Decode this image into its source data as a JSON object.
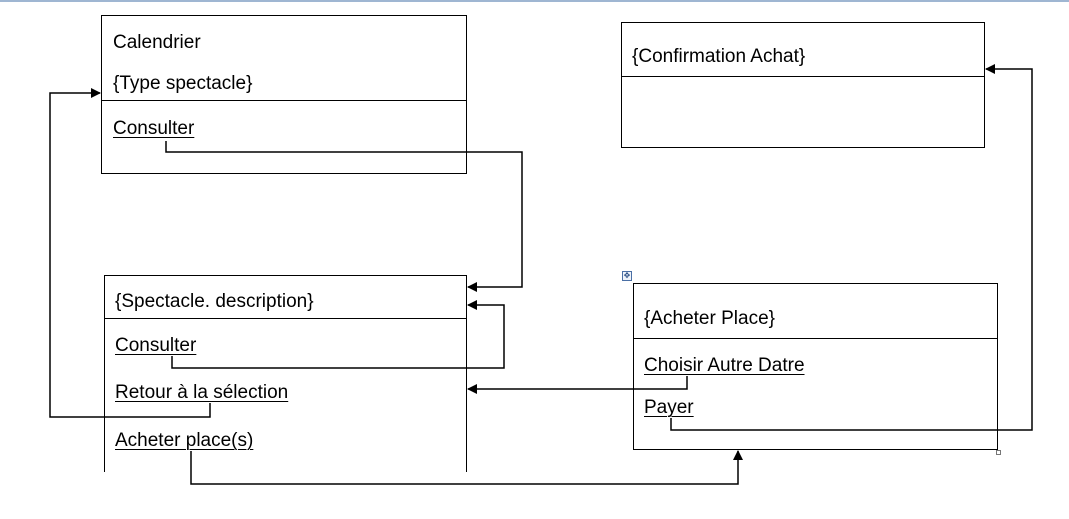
{
  "boxes": {
    "calendrier": {
      "title": "Calendrier",
      "subtitle": "{Type spectacle}",
      "actions": [
        "Consulter"
      ]
    },
    "confirmation": {
      "title": "{Confirmation Achat}"
    },
    "spectacle": {
      "title": "{Spectacle. description}",
      "actions": [
        "Consulter",
        "Retour à la sélection",
        "Acheter place(s)"
      ]
    },
    "acheter": {
      "title": "{Acheter Place}",
      "actions": [
        "Choisir Autre Datre",
        "Payer"
      ]
    }
  },
  "handles": {
    "move_icon": "move-cross-icon",
    "move_glyph": "✥"
  }
}
